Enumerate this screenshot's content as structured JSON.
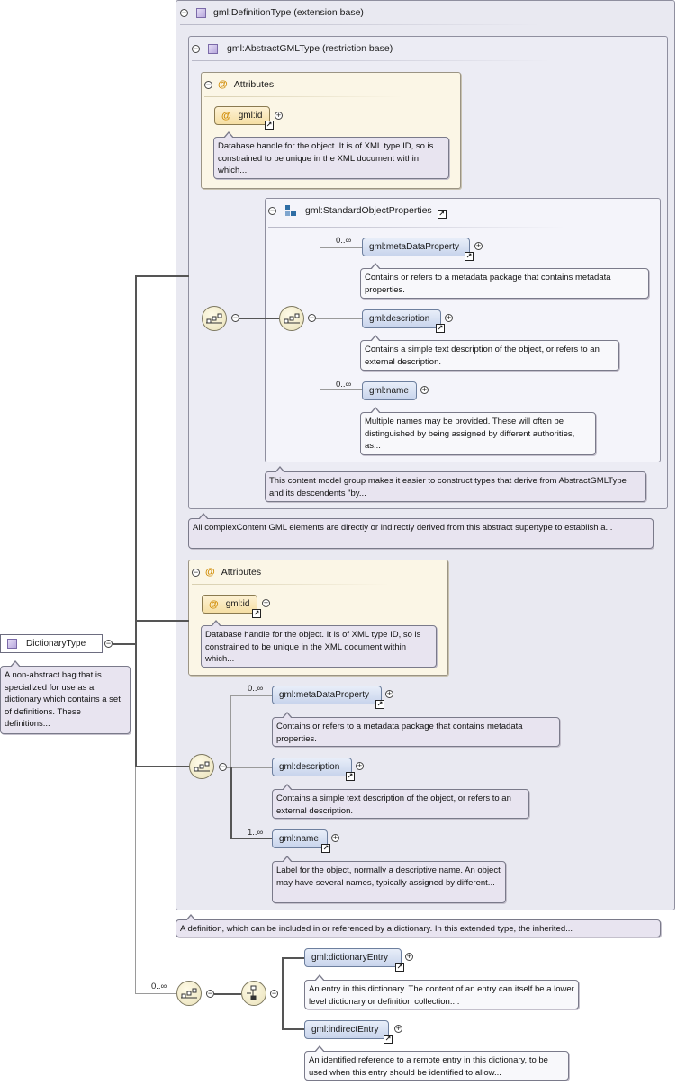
{
  "root": {
    "name": "DictionaryType",
    "note": "A non-abstract bag that is specialized for use as a dictionary which contains a set of definitions. These definitions..."
  },
  "definition_type": {
    "header": "gml:DefinitionType (extension base)",
    "note": "A definition, which can be included in or referenced by a dictionary. In this extended type, the inherited..."
  },
  "abstract_gml_type": {
    "header": "gml:AbstractGMLType (restriction base)",
    "note": "All complexContent GML elements are directly or indirectly derived from this abstract supertype to establish a..."
  },
  "attributes_inner": {
    "header": "Attributes",
    "attr_name": "gml:id",
    "attr_note": "Database handle for the object. It is of XML type ID, so is constrained to be unique in the XML document within which..."
  },
  "standard_object_properties": {
    "header": "gml:StandardObjectProperties",
    "note": "This content model group makes it easier to construct types that derive from AbstractGMLType and its descendents \"by...",
    "items": [
      {
        "name": "gml:metaDataProperty",
        "card": "0..∞",
        "note": "Contains or refers to a metadata package that contains metadata properties."
      },
      {
        "name": "gml:description",
        "card": "",
        "note": "Contains a simple text description of the object, or refers to an external description."
      },
      {
        "name": "gml:name",
        "card": "0..∞",
        "note": "Multiple names may be provided. These will often be distinguished by being assigned by different authorities, as..."
      }
    ]
  },
  "attributes_outer": {
    "header": "Attributes",
    "attr_name": "gml:id",
    "attr_note": "Database handle for the object. It is of XML type ID, so is constrained to be unique in the XML document within which..."
  },
  "definition_sequence": {
    "items": [
      {
        "name": "gml:metaDataProperty",
        "card": "0..∞",
        "note": "Contains or refers to a metadata package that contains metadata properties."
      },
      {
        "name": "gml:description",
        "card": "",
        "note": "Contains a simple text description of the object, or refers to an external description."
      },
      {
        "name": "gml:name",
        "card": "1..∞",
        "note": "Label for the object, normally a descriptive name. An object may have several names, typically assigned by different..."
      }
    ]
  },
  "dictionary_sequence": {
    "card": "0..∞",
    "items": [
      {
        "name": "gml:dictionaryEntry",
        "note": "An entry in this dictionary. The content of an entry can itself be a lower level dictionary or definition collection...."
      },
      {
        "name": "gml:indirectEntry",
        "note": "An identified reference to a remote entry in this dictionary, to be used when this entry should be identified to allow..."
      }
    ]
  },
  "colors": {
    "element_fill": "#c8d4ec",
    "attribute_fill": "#f5dfa4",
    "note_fill": "#e8e4f0",
    "frame_fill": "#e9e9f1"
  }
}
